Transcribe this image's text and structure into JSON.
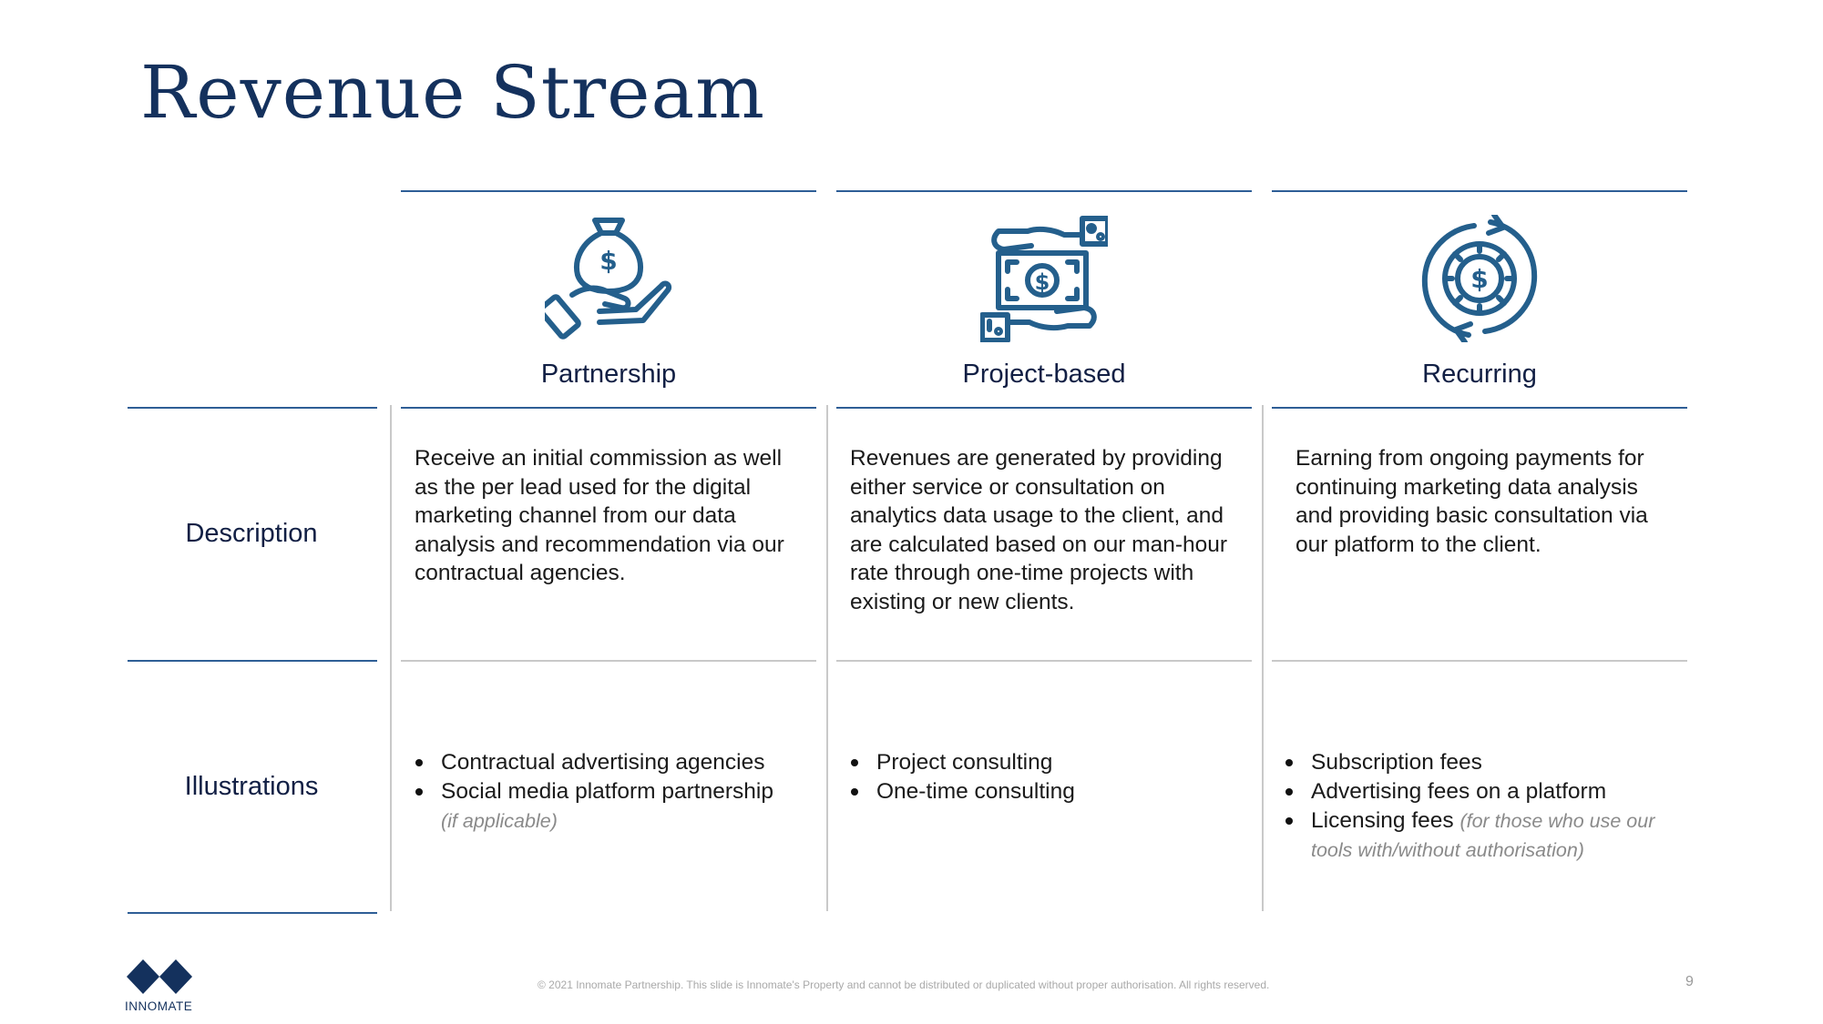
{
  "page_title": "Revenue Stream",
  "colors": {
    "primary": "#14315d",
    "icon": "#245f8c",
    "divider_blue": "#2e5e96",
    "divider_gray": "#c9c9c9"
  },
  "row_labels": {
    "description": "Description",
    "illustrations": "Illustrations"
  },
  "columns": [
    {
      "icon": "hand-money-bag-icon",
      "title": "Partnership",
      "description": "Receive an initial commission as well as the per lead used for the digital marketing channel from our data analysis and recommendation via our contractual agencies.",
      "bullets": [
        {
          "text": "Contractual advertising agencies",
          "note": ""
        },
        {
          "text": "Social media platform partnership",
          "note": "(if applicable)"
        }
      ]
    },
    {
      "icon": "money-exchange-hands-icon",
      "title": "Project-based",
      "description": "Revenues are generated by providing either service or consultation on analytics data usage to the client, and are calculated based on our man-hour rate through one-time projects with existing or new clients.",
      "bullets": [
        {
          "text": "Project consulting",
          "note": ""
        },
        {
          "text": "One-time consulting",
          "note": ""
        }
      ]
    },
    {
      "icon": "recurring-coin-icon",
      "title": "Recurring",
      "description": "Earning from ongoing payments for continuing marketing data analysis and providing basic consultation via our platform to the client.",
      "bullets": [
        {
          "text": "Subscription fees",
          "note": ""
        },
        {
          "text": "Advertising fees on a platform",
          "note": ""
        },
        {
          "text": "Licensing fees",
          "note": "(for those who use our tools with/without authorisation)"
        }
      ]
    }
  ],
  "logo_text": "INNOMATE",
  "footer_text": "© 2021 Innomate Partnership. This slide is Innomate's Property and cannot be distributed or duplicated without proper authorisation. All rights reserved.",
  "page_number": "9"
}
